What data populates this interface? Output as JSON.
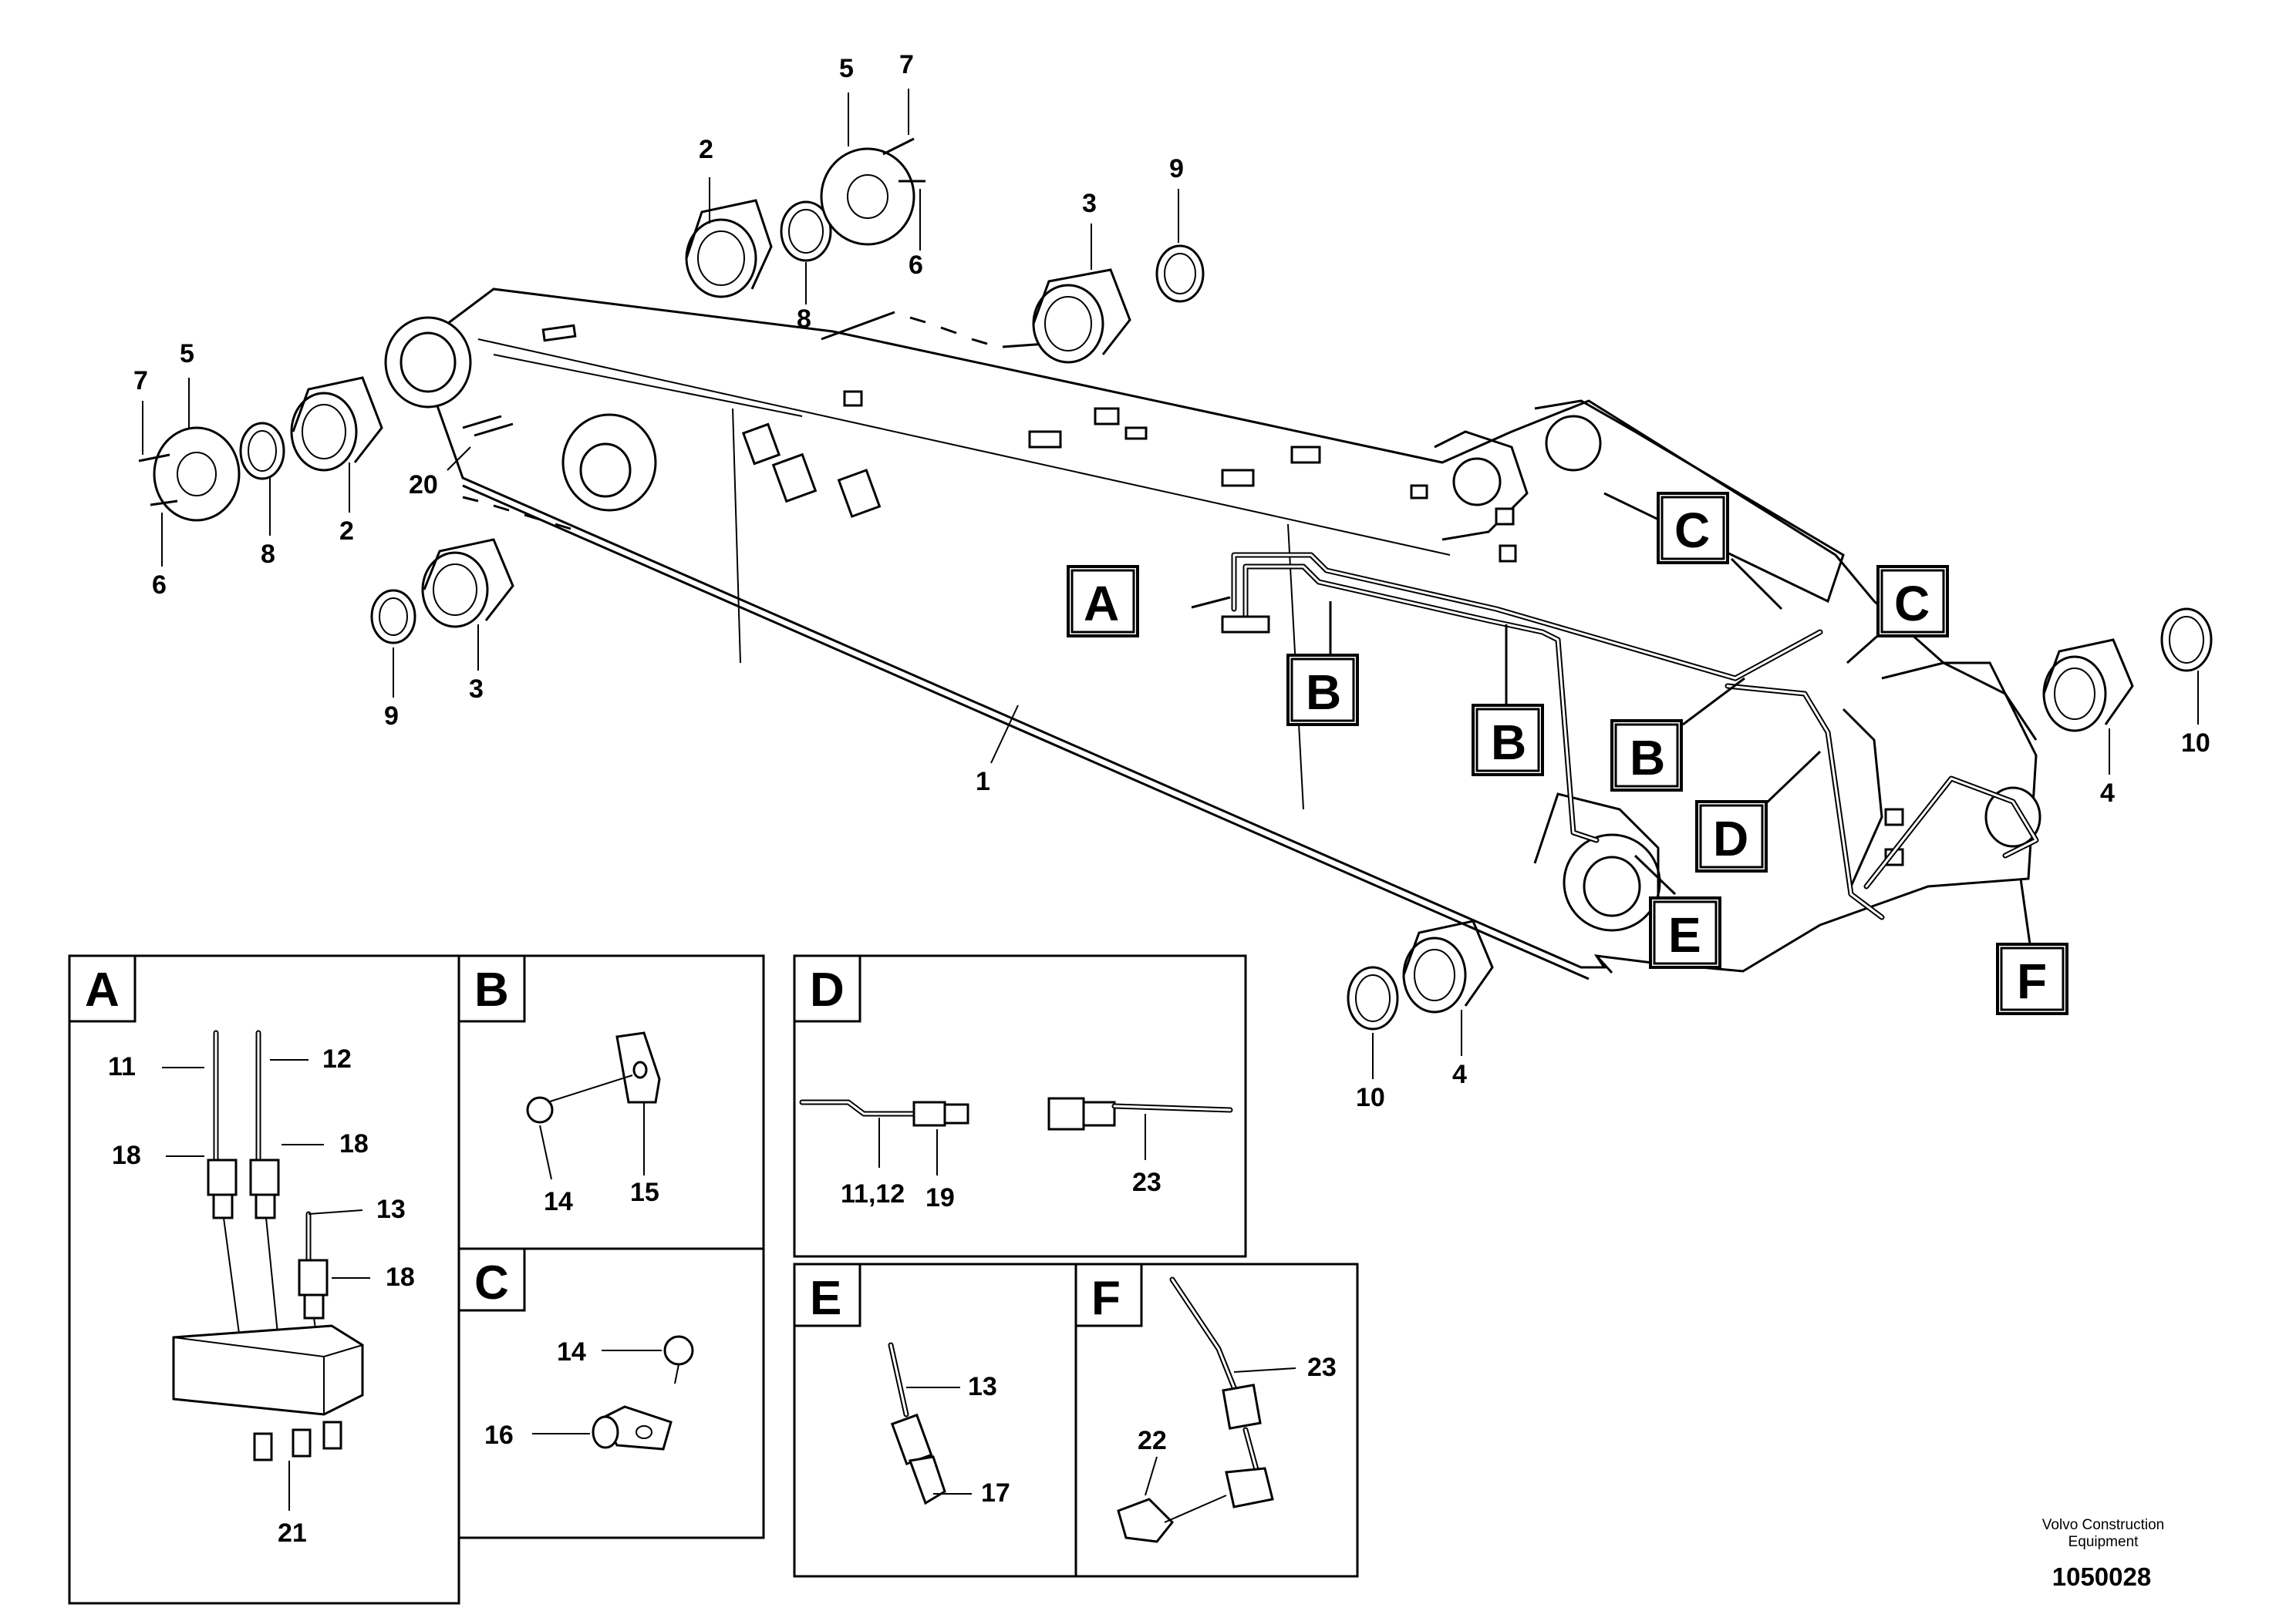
{
  "main_view": {
    "callouts": [
      "A",
      "B",
      "B",
      "B",
      "C",
      "C",
      "D",
      "E",
      "F"
    ],
    "part_numbers": {
      "p1": "1",
      "p2a": "2",
      "p2b": "2",
      "p3a": "3",
      "p3b": "3",
      "p4a": "4",
      "p4b": "4",
      "p5a": "5",
      "p5b": "5",
      "p6a": "6",
      "p6b": "6",
      "p7a": "7",
      "p7b": "7",
      "p8a": "8",
      "p8b": "8",
      "p9a": "9",
      "p9b": "9",
      "p10a": "10",
      "p10b": "10",
      "p20": "20"
    }
  },
  "detail_views": {
    "A": {
      "letter": "A",
      "labels": [
        "11",
        "12",
        "18",
        "18",
        "13",
        "18",
        "21"
      ]
    },
    "B": {
      "letter": "B",
      "labels": [
        "14",
        "15"
      ]
    },
    "C": {
      "letter": "C",
      "labels": [
        "14",
        "16"
      ]
    },
    "D": {
      "letter": "D",
      "labels": [
        "11,12",
        "19",
        "23"
      ]
    },
    "E": {
      "letter": "E",
      "labels": [
        "13",
        "17"
      ]
    },
    "F": {
      "letter": "F",
      "labels": [
        "23",
        "22"
      ]
    }
  },
  "footer": {
    "company_line1": "Volvo Construction",
    "company_line2": "Equipment",
    "document_number": "1050028"
  }
}
